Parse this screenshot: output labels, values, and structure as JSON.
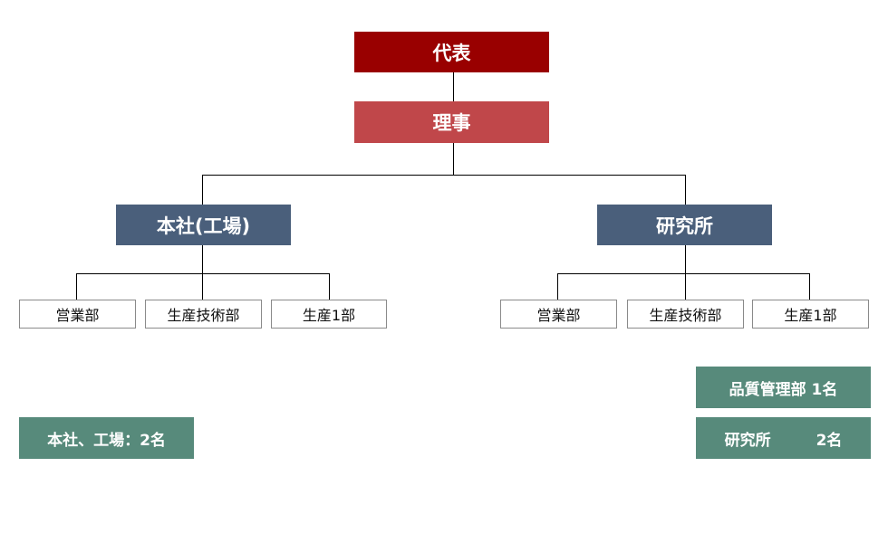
{
  "colors": {
    "top": "#990000",
    "second": "#c0474a",
    "division": "#4a5f7b",
    "note": "#578a7b",
    "line": "#000000"
  },
  "org": {
    "top": "代表",
    "second": "理事",
    "left": {
      "name": "本社(工場)",
      "departments": [
        "営業部",
        "生産技術部",
        "生産1部"
      ]
    },
    "right": {
      "name": "研究所",
      "departments": [
        "営業部",
        "生産技術部",
        "生産1部"
      ]
    }
  },
  "notes": {
    "left": "本社、工場：2名",
    "right_quality": "品質管理部 1名",
    "right_lab_name": "研究所",
    "right_lab_count": "2名"
  }
}
